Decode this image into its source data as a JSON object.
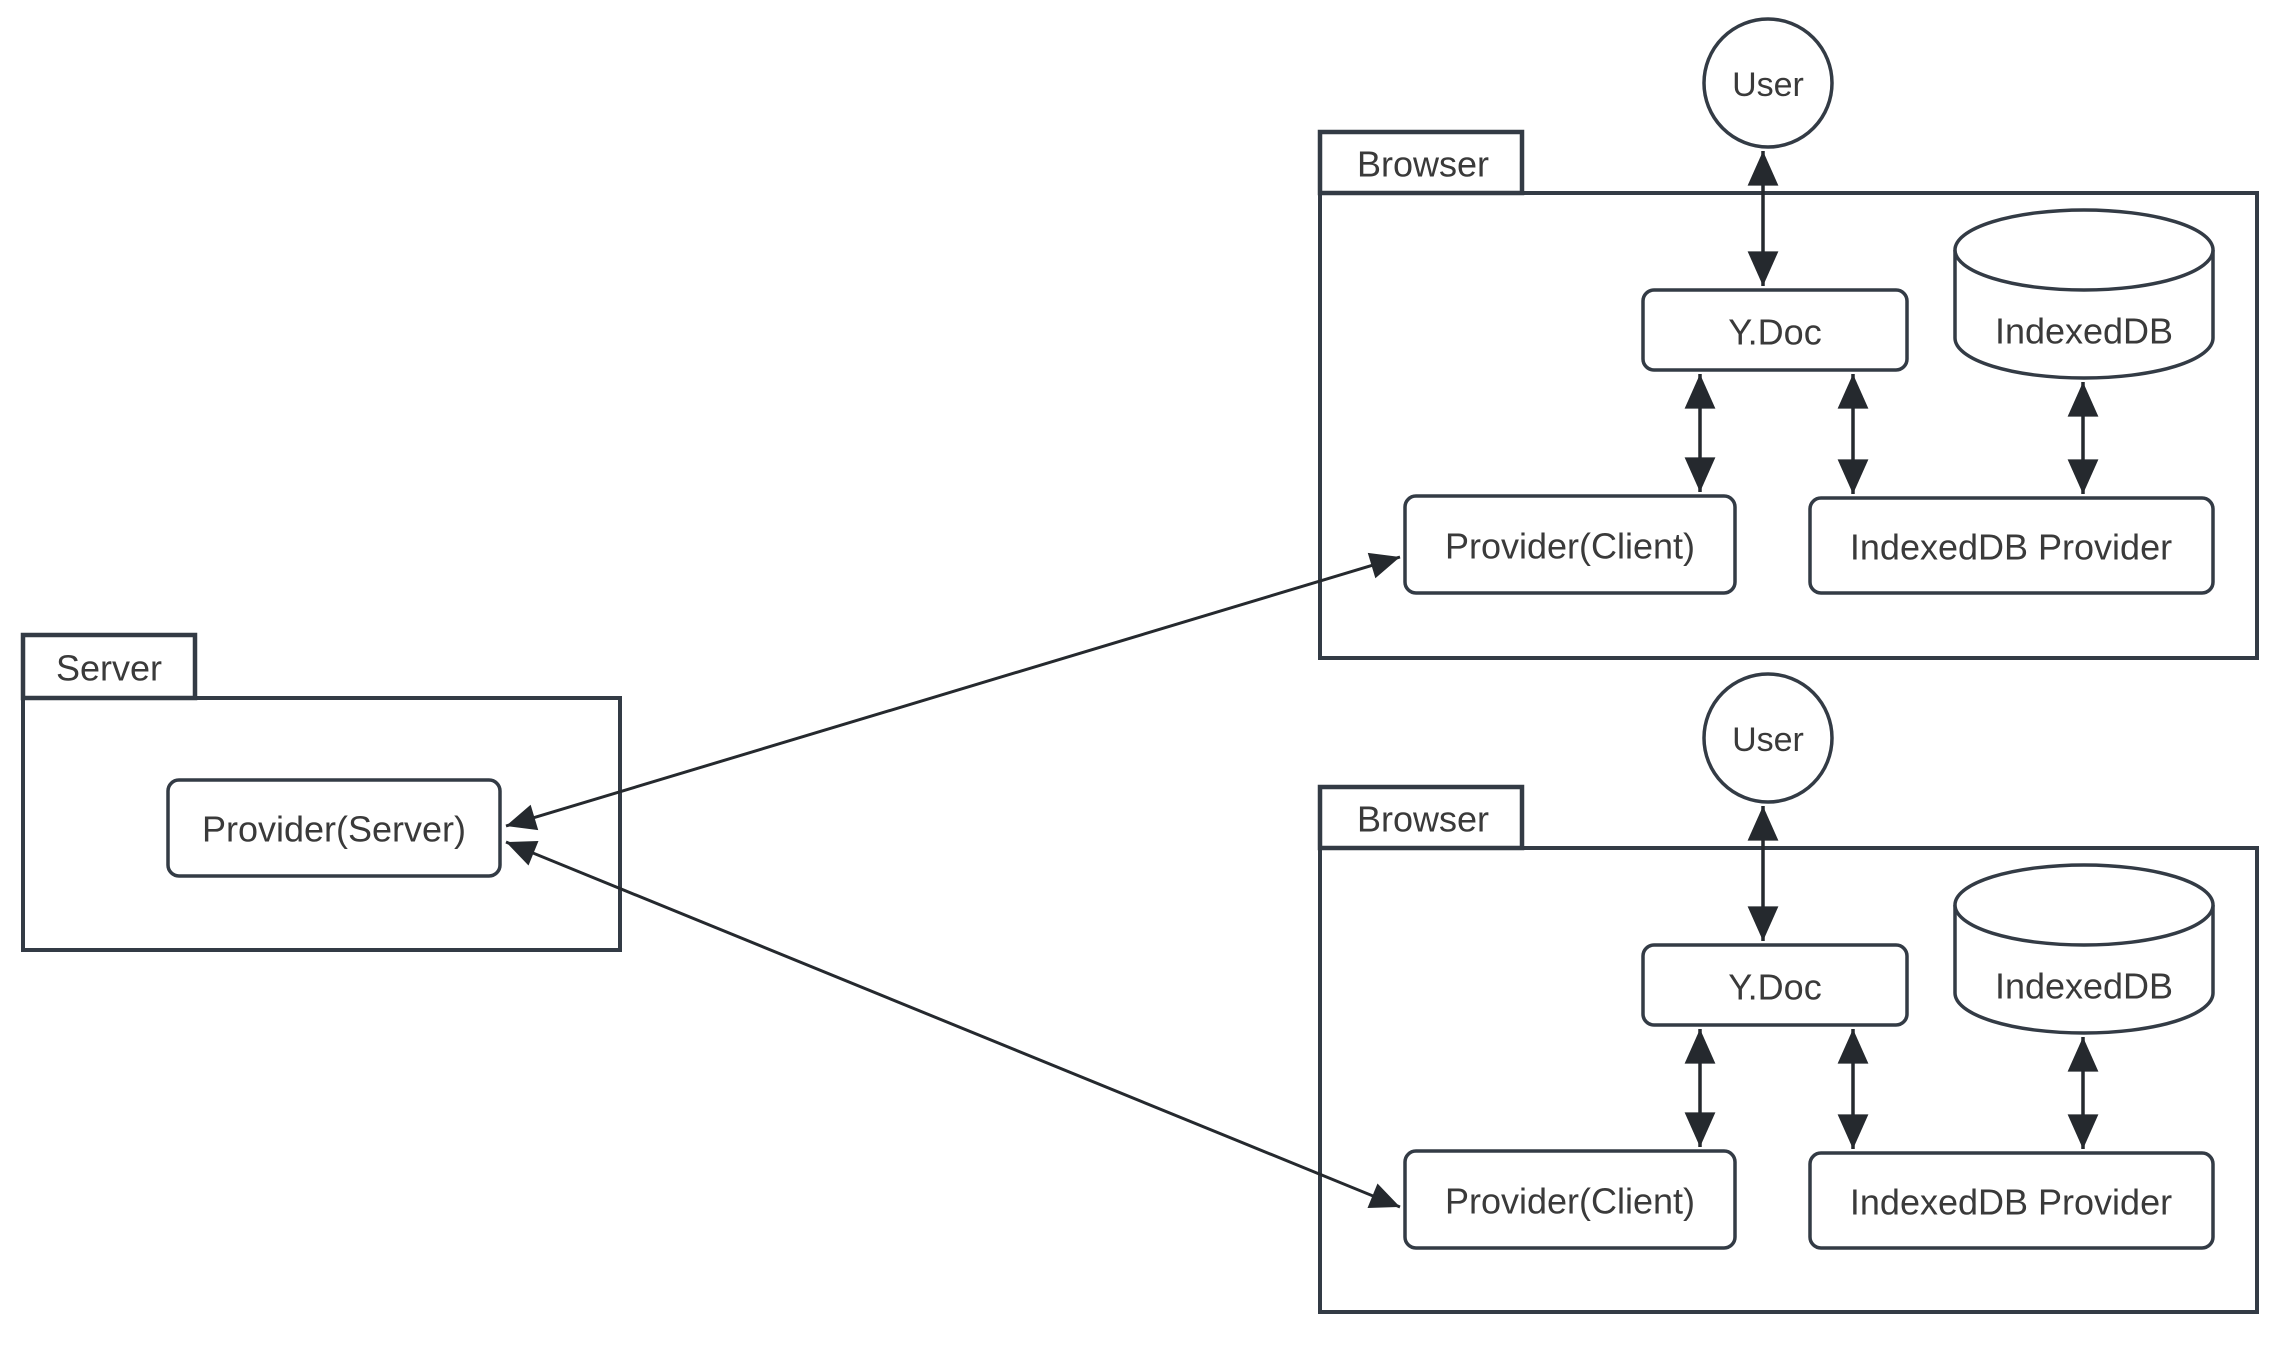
{
  "server": {
    "label": "Server",
    "provider_server": "Provider(Server)"
  },
  "browsers": [
    {
      "label": "Browser",
      "user": "User",
      "ydoc": "Y.Doc",
      "indexeddb": "IndexedDB",
      "provider_client": "Provider(Client)",
      "indexeddb_provider": "IndexedDB Provider"
    },
    {
      "label": "Browser",
      "user": "User",
      "ydoc": "Y.Doc",
      "indexeddb": "IndexedDB",
      "provider_client": "Provider(Client)",
      "indexeddb_provider": "IndexedDB Provider"
    }
  ],
  "edges": [
    {
      "from": "User",
      "to": "Y.Doc",
      "browser": 1,
      "bidirectional": true
    },
    {
      "from": "Y.Doc",
      "to": "Provider(Client)",
      "browser": 1,
      "bidirectional": true
    },
    {
      "from": "Y.Doc",
      "to": "IndexedDB Provider",
      "browser": 1,
      "bidirectional": true
    },
    {
      "from": "IndexedDB",
      "to": "IndexedDB Provider",
      "browser": 1,
      "bidirectional": true
    },
    {
      "from": "User",
      "to": "Y.Doc",
      "browser": 2,
      "bidirectional": true
    },
    {
      "from": "Y.Doc",
      "to": "Provider(Client)",
      "browser": 2,
      "bidirectional": true
    },
    {
      "from": "Y.Doc",
      "to": "IndexedDB Provider",
      "browser": 2,
      "bidirectional": true
    },
    {
      "from": "IndexedDB",
      "to": "IndexedDB Provider",
      "browser": 2,
      "bidirectional": true
    },
    {
      "from": "Provider(Server)",
      "to": "Provider(Client)",
      "browser": 1,
      "bidirectional": true
    },
    {
      "from": "Provider(Server)",
      "to": "Provider(Client)",
      "browser": 2,
      "bidirectional": true
    }
  ],
  "colors": {
    "background": "#ffffff",
    "shape_stroke": "#333b45",
    "shape_fill": "#ffffff",
    "text": "#3a3a3a",
    "arrow": "#25292e"
  }
}
